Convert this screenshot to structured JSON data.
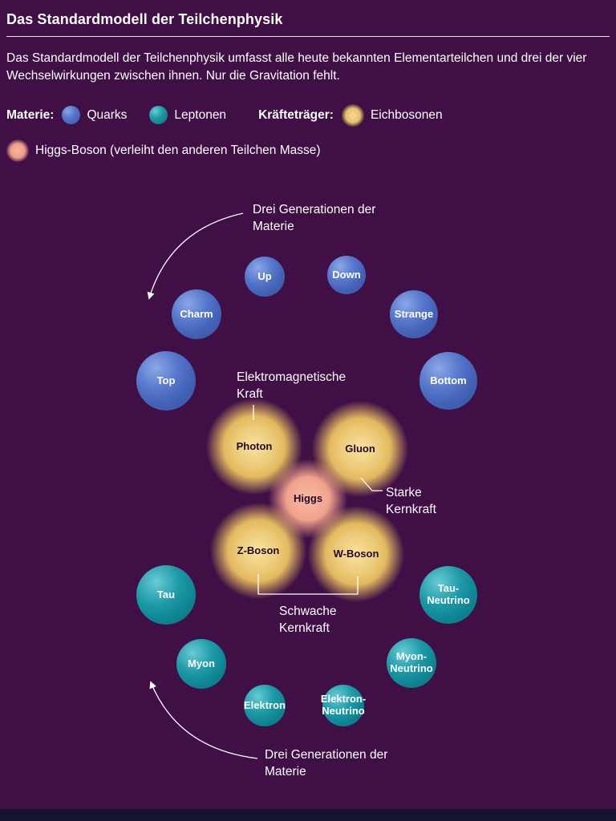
{
  "header": {
    "title": "Das Standardmodell der Teilchenphysik",
    "intro": "Das Standardmodell der Teilchenphysik umfasst alle heute bekannten Elementarteilchen und drei der vier Wechselwirkungen zwischen ihnen. Nur die Gravitation fehlt."
  },
  "legend": {
    "materie_label": "Materie:",
    "quarks": "Quarks",
    "leptonen": "Leptonen",
    "kraefte_label": "Kräfteträger:",
    "eichbosonen": "Eichbosonen",
    "higgs": "Higgs-Boson (verleiht den anderen Teilchen Masse)"
  },
  "annotations": {
    "generations_top": "Drei Generationen der Materie",
    "electromagnetic": "Elektromagnetische Kraft",
    "strong": "Starke Kernkraft",
    "weak": "Schwache Kernkraft",
    "generations_bottom": "Drei Generationen der Materie"
  },
  "particles": {
    "up": {
      "label": "Up"
    },
    "down": {
      "label": "Down"
    },
    "charm": {
      "label": "Charm"
    },
    "strange": {
      "label": "Strange"
    },
    "top": {
      "label": "Top"
    },
    "bottom": {
      "label": "Bottom"
    },
    "photon": {
      "label": "Photon"
    },
    "gluon": {
      "label": "Gluon"
    },
    "higgs": {
      "label": "Higgs"
    },
    "z_boson": {
      "label": "Z-Boson"
    },
    "w_boson": {
      "label": "W-Boson"
    },
    "tau": {
      "label": "Tau"
    },
    "tau_neutrino": {
      "label": "Tau-Neutrino"
    },
    "myon": {
      "label": "Myon"
    },
    "myon_neutrino": {
      "label": "Myon-Neutrino"
    },
    "elektron": {
      "label": "Elektron"
    },
    "elektron_neutrino": {
      "label": "Elektron-Neutrino"
    }
  },
  "colors": {
    "background": "#400f46",
    "quark": "#4b6dc2",
    "lepton": "#10929f",
    "eichboson": "#e7c06a",
    "higgs": "#ef9d89",
    "text": "#ffffff"
  }
}
